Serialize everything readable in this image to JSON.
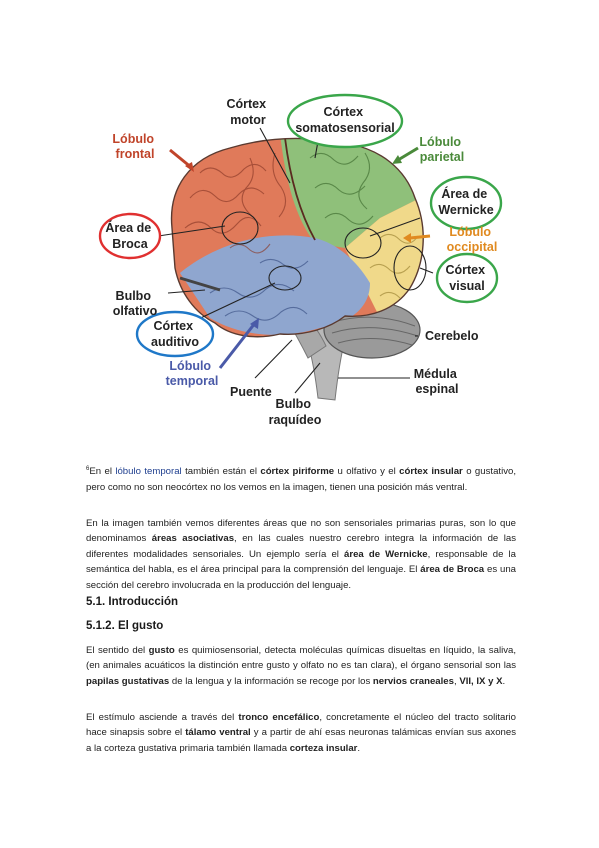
{
  "figure": {
    "labels": {
      "lobulo_frontal": [
        "Lóbulo",
        "frontal"
      ],
      "cortex_motor": [
        "Córtex",
        "motor"
      ],
      "cortex_somatosensorial": [
        "Córtex",
        "somatosensorial"
      ],
      "lobulo_parietal": [
        "Lóbulo",
        "parietal"
      ],
      "area_wernicke": [
        "Área de",
        "Wernicke"
      ],
      "lobulo_occipital": [
        "Lóbulo",
        "occipital"
      ],
      "cortex_visual": [
        "Córtex",
        "visual"
      ],
      "area_broca": [
        "Área de",
        "Broca"
      ],
      "bulbo_olfativo": [
        "Bulbo",
        "olfativo"
      ],
      "cortex_auditivo": [
        "Córtex",
        "auditivo"
      ],
      "lobulo_temporal": [
        "Lóbulo",
        "temporal"
      ],
      "cerebelo": "Cerebelo",
      "puente": "Puente",
      "medula_espinal": [
        "Médula",
        "espinal"
      ],
      "bulbo_raquideo": [
        "Bulbo",
        "raquídeo"
      ]
    },
    "colors": {
      "frontal": "#e07a5a",
      "parietal": "#8fc07a",
      "occipital": "#f0d98a",
      "temporal": "#8fa6cf",
      "circle_green": "#3aa64a",
      "circle_red": "#e03030",
      "circle_blue": "#1f78c8",
      "label_red": "#c0442a",
      "label_orange": "#e08a20",
      "label_green": "#4a8a3a",
      "label_blue": "#4a5aa8"
    }
  },
  "footnote": {
    "num": "6",
    "t1": "En el ",
    "link": "lóbulo temporal",
    "t2": " también están el ",
    "b1": "córtex piriforme",
    "t3": " u olfativo y el ",
    "b2": "córtex insular",
    "t4": " o gustativo, pero como no son neocórtex no los vemos en la imagen, tienen una posición más ventral."
  },
  "para1": {
    "t1": "En la imagen también vemos diferentes áreas que no son sensoriales primarias puras, son lo que denominamos ",
    "b1": "áreas asociativas",
    "t2": ", en las cuales nuestro cerebro integra la información de las diferentes modalidades sensoriales. Un ejemplo sería el ",
    "b2": "área de Wernicke",
    "t3": ", responsable de la semántica del habla, es el área principal para la comprensión del lenguaje. El ",
    "b3": "área de Broca",
    "t4": " es una sección del cerebro involucrada en la producción del lenguaje."
  },
  "heading1": "5.1. Introducción",
  "heading2": "5.1.2. El gusto",
  "para2": {
    "t1": "El sentido del ",
    "b1": "gusto",
    "t2": " es quimiosensorial, detecta moléculas químicas disueltas en líquido, la saliva, (en animales acuáticos la distinción entre gusto y olfato no es tan clara), el órgano sensorial son las ",
    "b2": "papilas gustativas",
    "t3": " de la lengua y la información se recoge por los ",
    "b3": "nervios craneales",
    "t4": ", ",
    "b4": "VII, IX y X",
    "t5": "."
  },
  "para3": {
    "t1": "El estímulo asciende a través del ",
    "b1": "tronco encefálico",
    "t2": ", concretamente el núcleo del tracto solitario hace sinapsis sobre el ",
    "b2": "tálamo ventral",
    "t3": " y a partir de ahí esas neuronas talámicas envían sus axones a la corteza gustativa primaria también llamada ",
    "b3": "corteza insular",
    "t4": "."
  }
}
